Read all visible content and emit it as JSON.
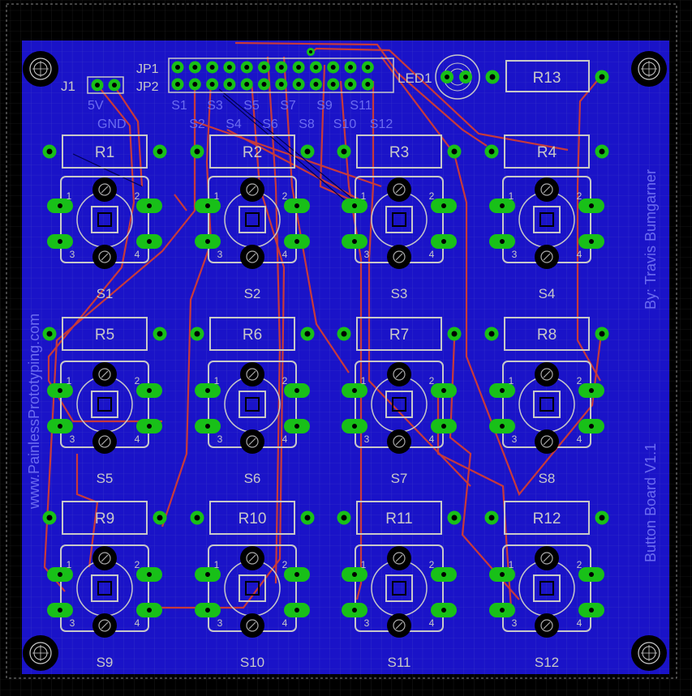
{
  "title": "Button Board V1.1",
  "author": "By: Travis Bumgarner",
  "website": "www.PainlessPrototyping.com",
  "connectors": {
    "j1": "J1",
    "jp1": "JP1",
    "jp2": "JP2",
    "led": "LED1"
  },
  "j1_pins": [
    "5V",
    "GND"
  ],
  "header_labels_top": [
    "S1",
    "S3",
    "S5",
    "S7",
    "S9",
    "S11"
  ],
  "header_labels_bottom": [
    "S2",
    "S4",
    "S6",
    "S8",
    "S10",
    "S12"
  ],
  "resistors": [
    "R1",
    "R2",
    "R3",
    "R4",
    "R5",
    "R6",
    "R7",
    "R8",
    "R9",
    "R10",
    "R11",
    "R12",
    "R13"
  ],
  "switches": [
    "S1",
    "S2",
    "S3",
    "S4",
    "S5",
    "S6",
    "S7",
    "S8",
    "S9",
    "S10",
    "S11",
    "S12"
  ],
  "pin_numbers": [
    "1",
    "2",
    "3",
    "4"
  ],
  "colors": {
    "board": "#1a13c8",
    "grid": "#4a4ae0",
    "silk": "#c8c8c8",
    "pad": "#18c018",
    "trace": "#c03030",
    "hole": "#000000",
    "label_blue": "#6c6cf0"
  }
}
